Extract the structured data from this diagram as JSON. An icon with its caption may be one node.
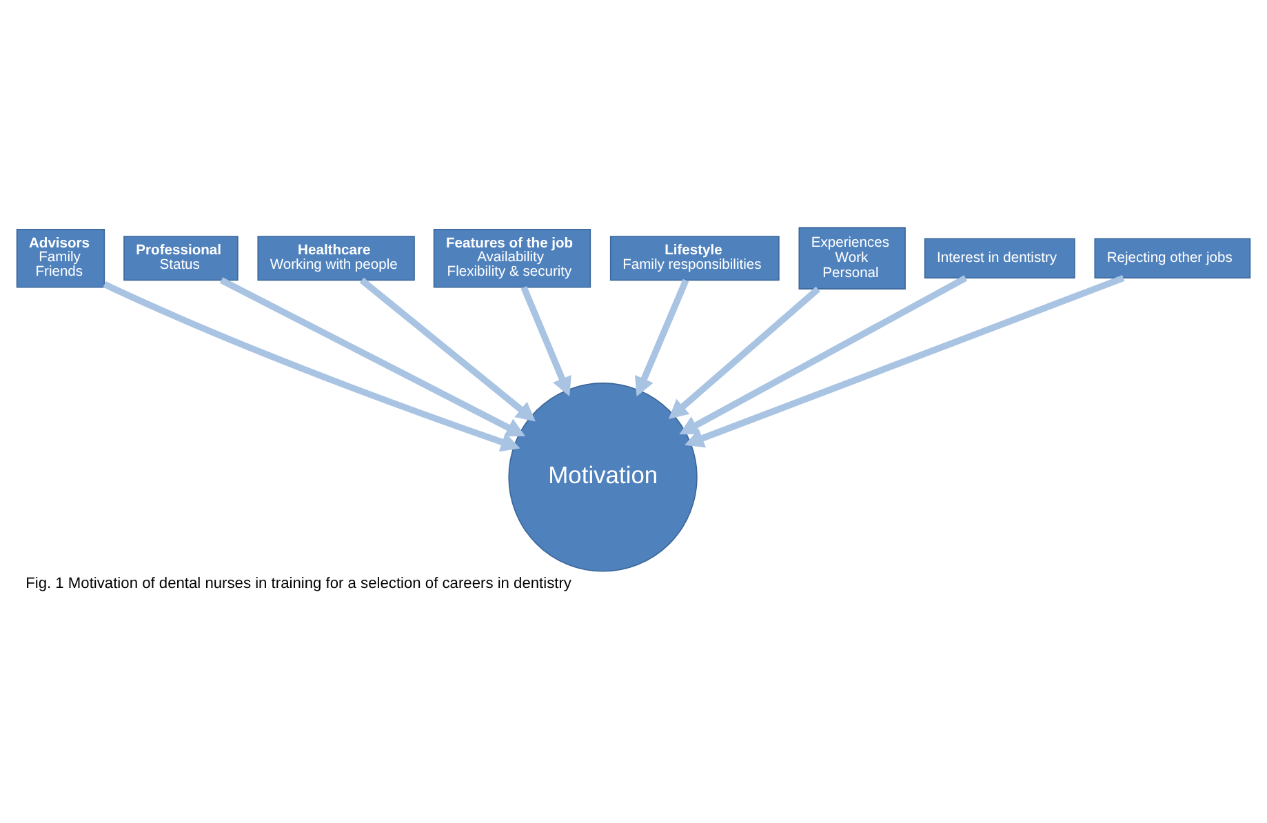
{
  "diagram": {
    "caption": "Fig. 1 Motivation of dental nurses in training for a selection of careers in dentistry",
    "nodes": [
      {
        "text": [
          "Advisors",
          "Family",
          "Friends"
        ]
      },
      {
        "text": [
          "Professional",
          "Status"
        ]
      },
      {
        "text": [
          "Healthcare",
          "Working with people"
        ]
      },
      {
        "text": [
          "Features of the job",
          "Availability",
          "Flexibility & security"
        ]
      },
      {
        "text": [
          "Lifestyle",
          "Family responsibilities"
        ]
      },
      {
        "text": [
          "Experiences",
          "Work",
          "Personal"
        ]
      },
      {
        "text": [
          "Interest in dentistry"
        ]
      },
      {
        "text": [
          "Rejecting other jobs"
        ]
      },
      {
        "text": [
          "Motivation"
        ]
      }
    ],
    "edges": [
      {
        "from": 0,
        "to": 8,
        "arrow": "to"
      },
      {
        "from": 1,
        "to": 8,
        "arrow": "to"
      },
      {
        "from": 2,
        "to": 8,
        "arrow": "to"
      },
      {
        "from": 3,
        "to": 8,
        "arrow": "to"
      },
      {
        "from": 4,
        "to": 8,
        "arrow": "to"
      },
      {
        "from": 5,
        "to": 8,
        "arrow": "to"
      },
      {
        "from": 6,
        "to": 8,
        "arrow": "to"
      },
      {
        "from": 7,
        "to": 8,
        "arrow": "to"
      }
    ]
  }
}
